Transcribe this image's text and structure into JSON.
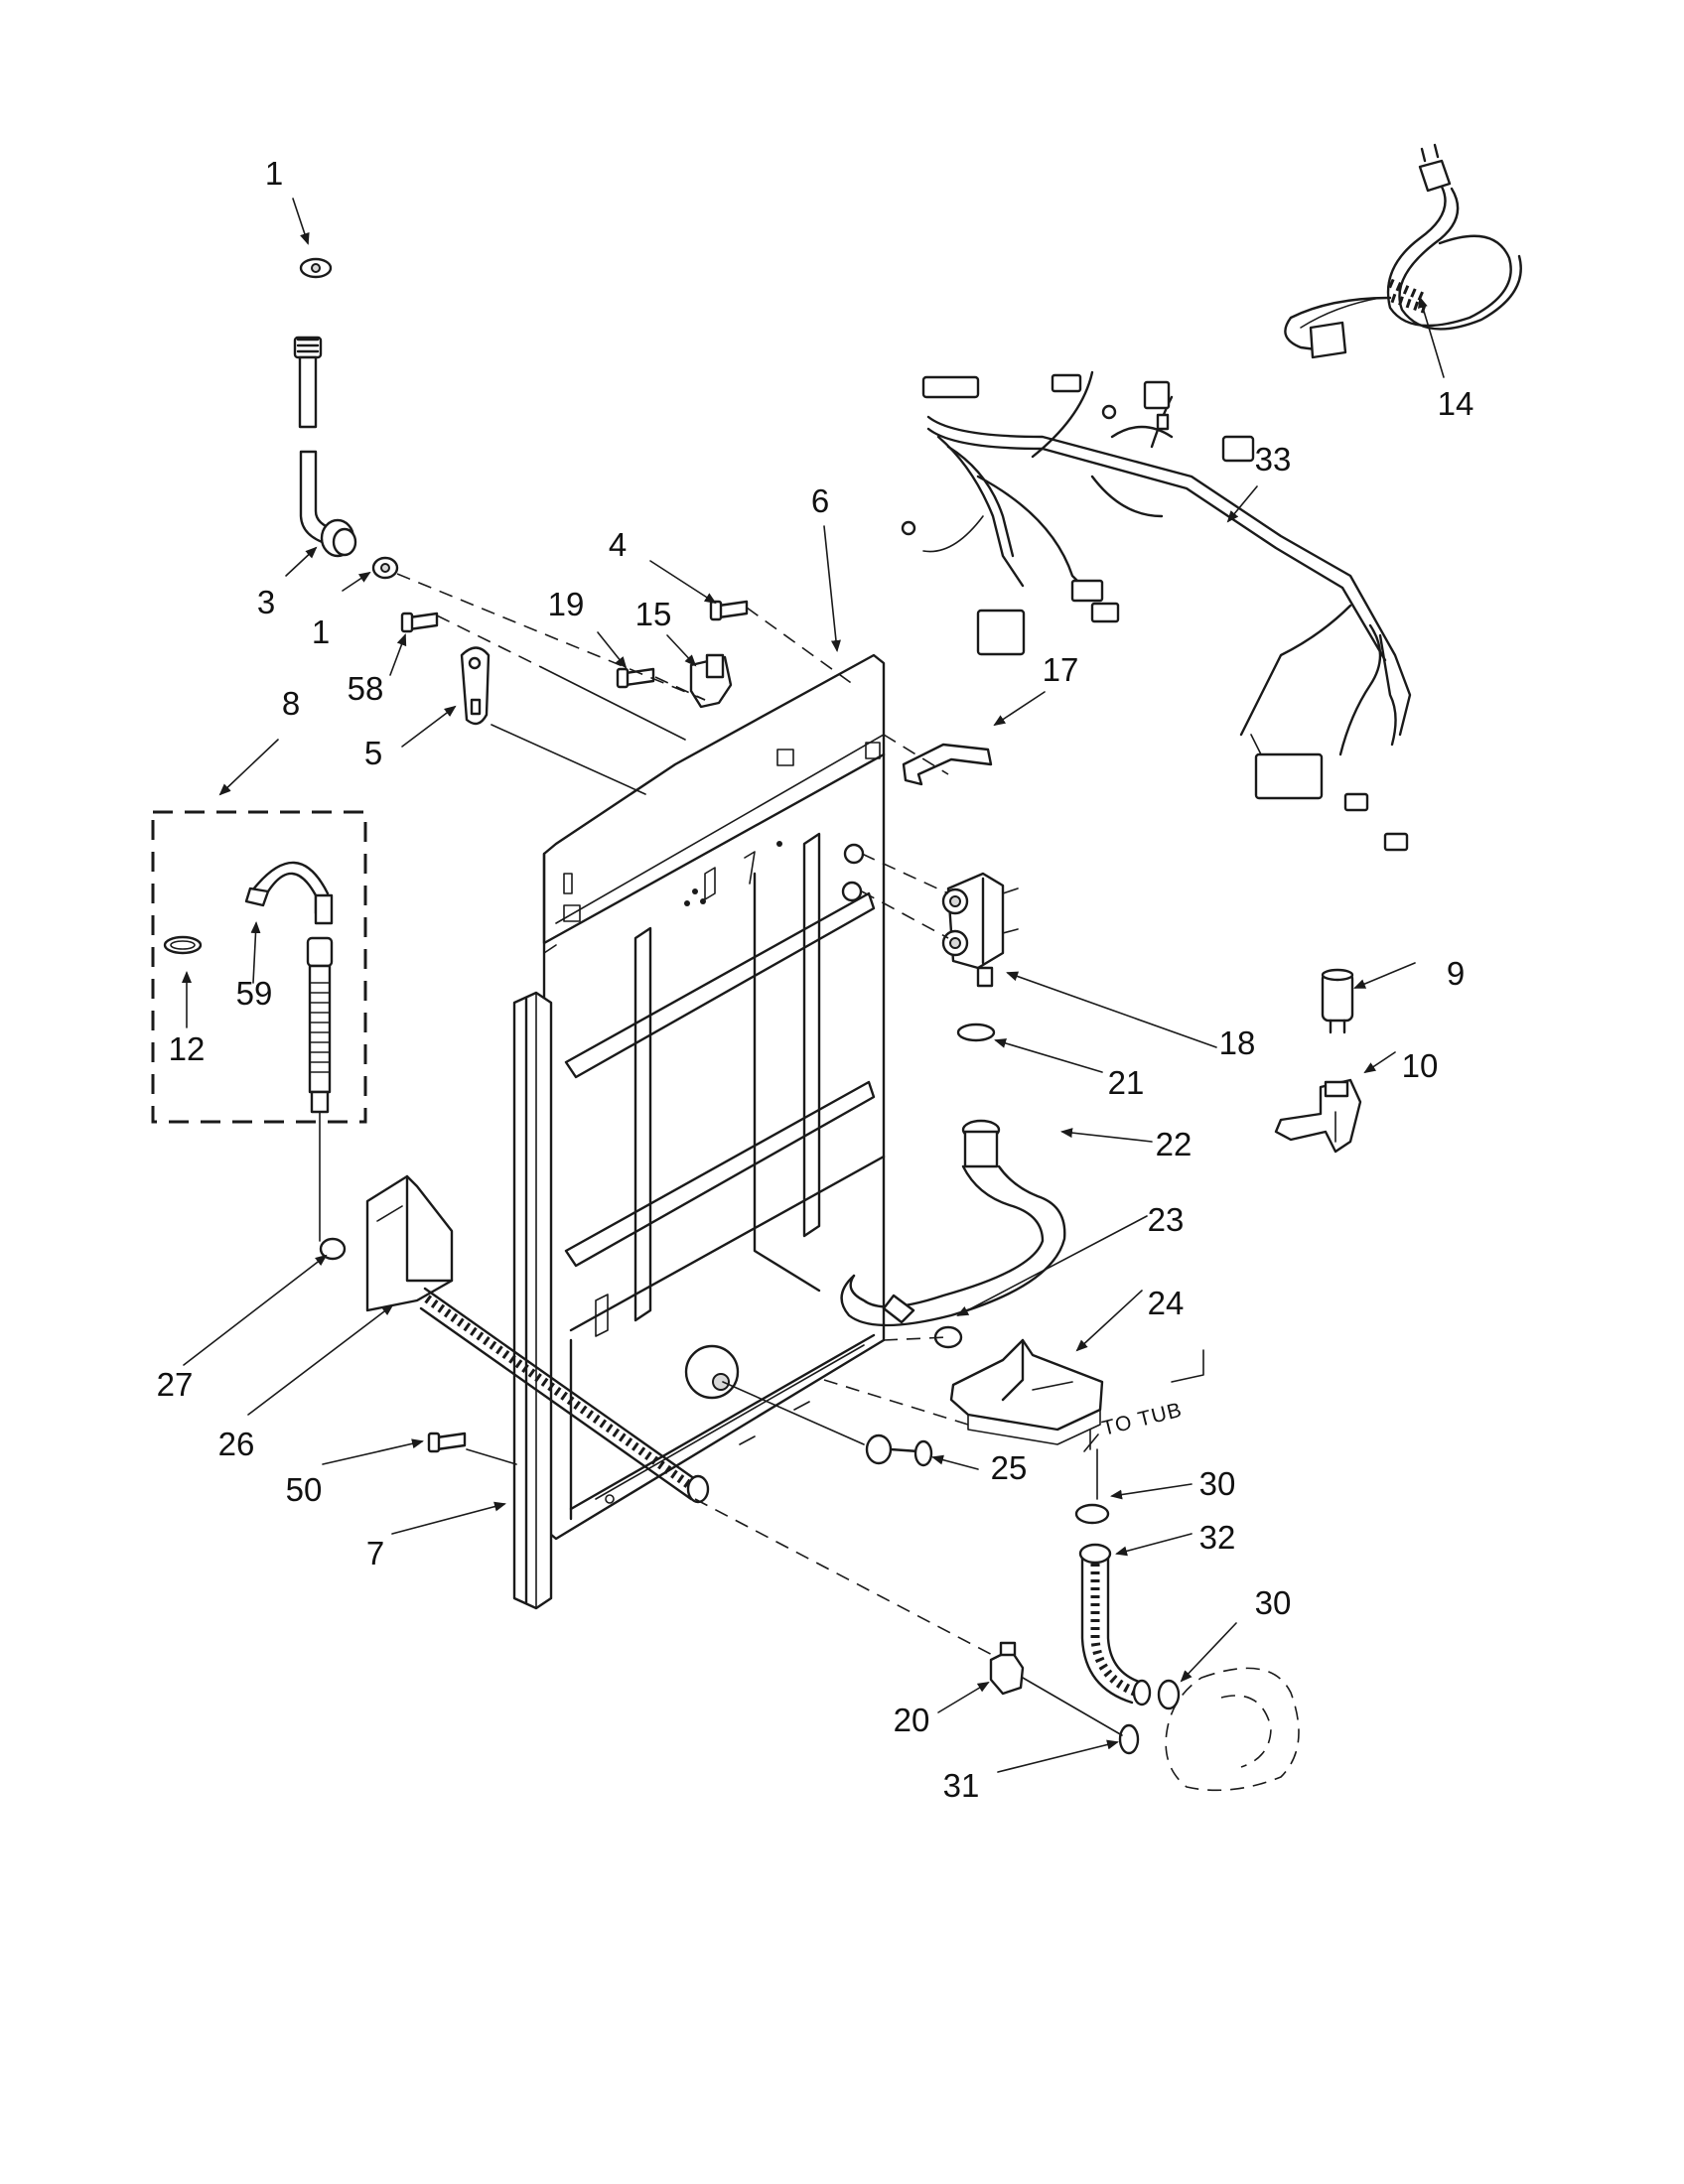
{
  "diagram": {
    "callouts": [
      {
        "id": "c1-top",
        "label": "1"
      },
      {
        "id": "c3",
        "label": "3"
      },
      {
        "id": "c1-washer",
        "label": "1"
      },
      {
        "id": "c58",
        "label": "58"
      },
      {
        "id": "c5",
        "label": "5"
      },
      {
        "id": "c8",
        "label": "8"
      },
      {
        "id": "c59",
        "label": "59"
      },
      {
        "id": "c12",
        "label": "12"
      },
      {
        "id": "c4",
        "label": "4"
      },
      {
        "id": "c19",
        "label": "19"
      },
      {
        "id": "c15",
        "label": "15"
      },
      {
        "id": "c6",
        "label": "6"
      },
      {
        "id": "c17",
        "label": "17"
      },
      {
        "id": "c33",
        "label": "33"
      },
      {
        "id": "c14",
        "label": "14"
      },
      {
        "id": "c9",
        "label": "9"
      },
      {
        "id": "c10",
        "label": "10"
      },
      {
        "id": "c18",
        "label": "18"
      },
      {
        "id": "c21",
        "label": "21"
      },
      {
        "id": "c22",
        "label": "22"
      },
      {
        "id": "c23",
        "label": "23"
      },
      {
        "id": "c24",
        "label": "24"
      },
      {
        "id": "c27",
        "label": "27"
      },
      {
        "id": "c26",
        "label": "26"
      },
      {
        "id": "c50",
        "label": "50"
      },
      {
        "id": "c7",
        "label": "7"
      },
      {
        "id": "c25",
        "label": "25"
      },
      {
        "id": "c30-top",
        "label": "30"
      },
      {
        "id": "c32",
        "label": "32"
      },
      {
        "id": "c30-bottom",
        "label": "30"
      },
      {
        "id": "c20",
        "label": "20"
      },
      {
        "id": "c31",
        "label": "31"
      }
    ],
    "to_tub_label": "TO TUB"
  },
  "colors": {
    "ink": "#1a1a1a",
    "paper": "#ffffff"
  }
}
